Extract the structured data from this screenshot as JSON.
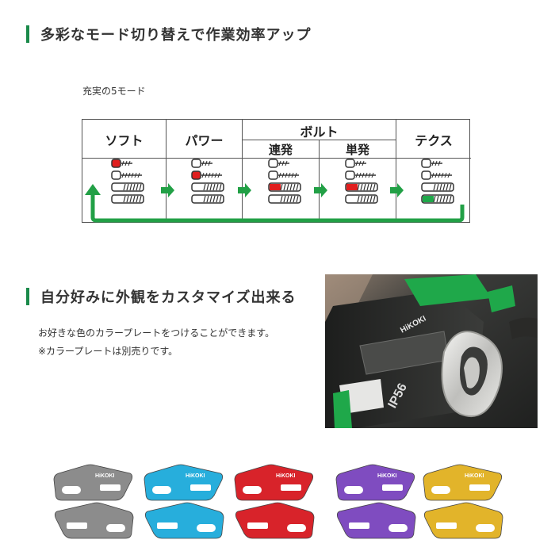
{
  "sections": {
    "modes_heading": "多彩なモード切り替えで作業効率アップ",
    "modes_caption": "充実の5モード",
    "custom_heading": "自分好みに外観をカスタマイズ出来る",
    "custom_line1": "お好きな色のカラープレートをつけることができます。",
    "custom_line2": "※カラープレートは別売りです。"
  },
  "mode_table": {
    "soft": "ソフト",
    "power": "パワー",
    "bolt": "ボルト",
    "bolt_continuous": "連発",
    "bolt_single": "単発",
    "tex": "テクス"
  },
  "colors": {
    "accent_green": "#1a8a4a",
    "loop_green": "#22a046",
    "mode_red": "#e01e1e",
    "mode_green": "#1fa84a"
  },
  "tool_photo": {
    "brand": "HiKOKI",
    "rating": "IP56"
  },
  "color_plates": {
    "brand": "HiKOKI",
    "colors": [
      "#8c8c8c",
      "#27aedc",
      "#d8232a",
      "#7f4cc0",
      "#e2b42a"
    ]
  },
  "icons": {
    "arrow": "arrow-right-icon",
    "mode": "mode-indicator-icon",
    "loop": "return-loop-icon"
  }
}
